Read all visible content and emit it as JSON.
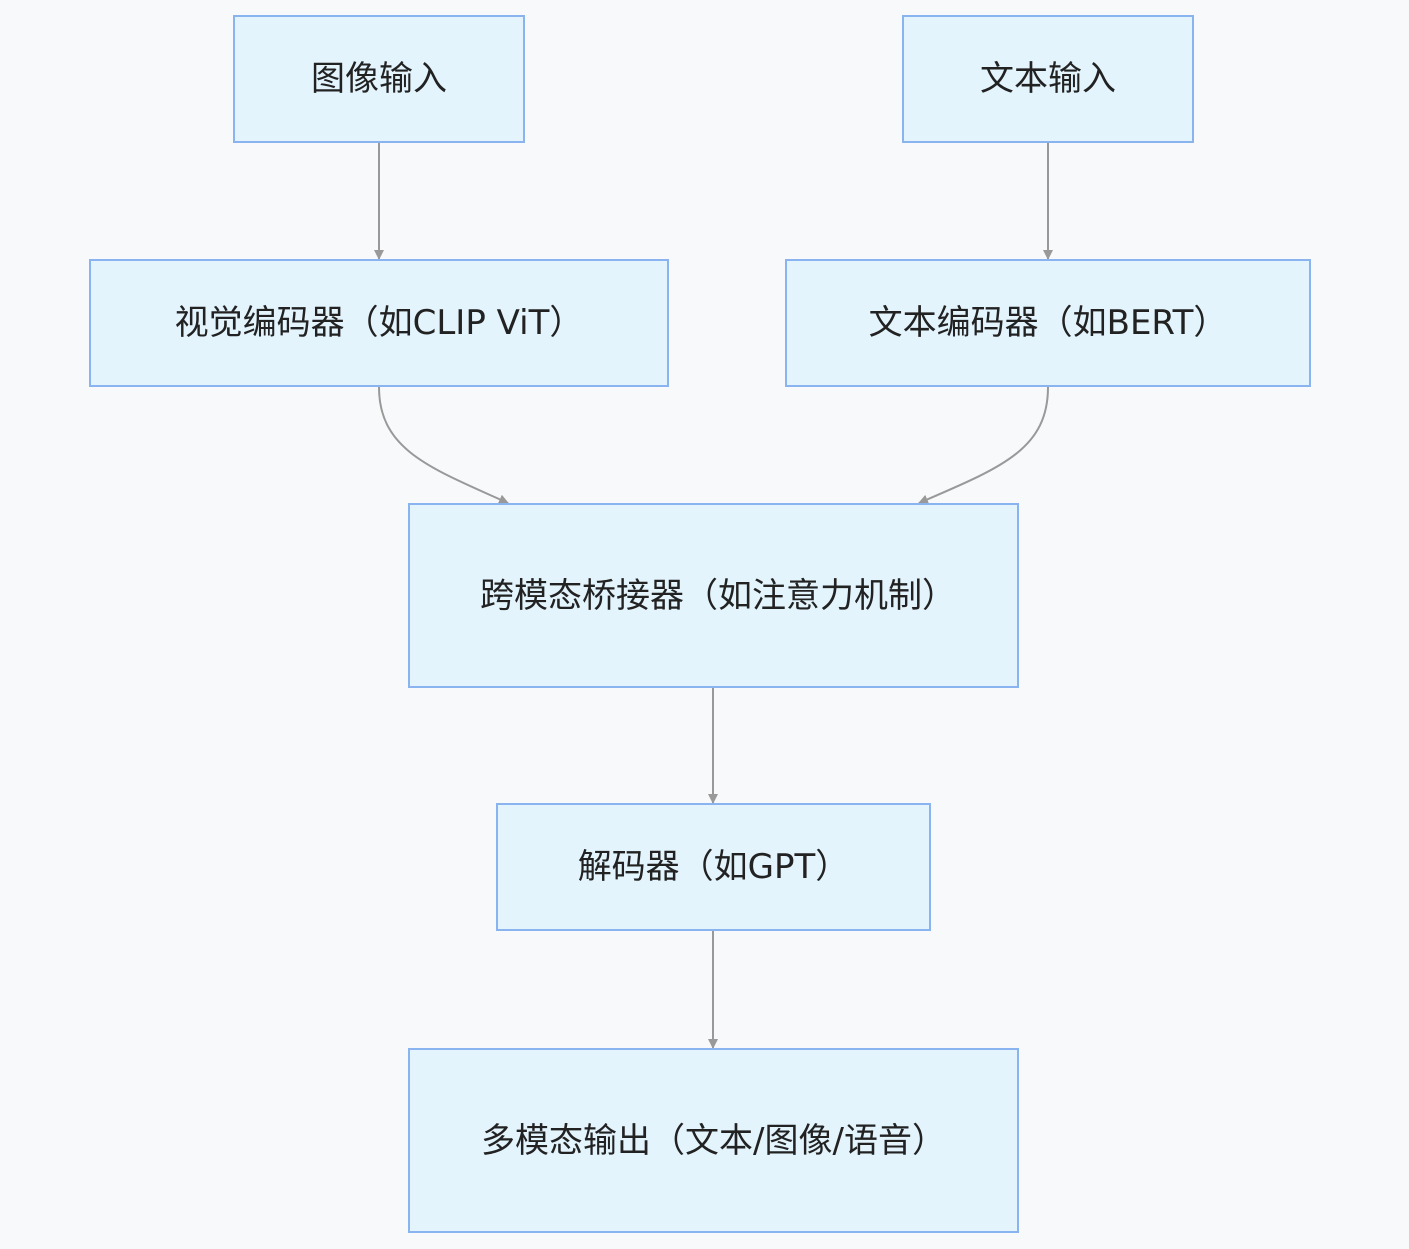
{
  "diagram": {
    "type": "flowchart",
    "colors": {
      "background": "#f8f9fb",
      "node_fill": "#e3f4fd",
      "node_border": "#8ab4f0",
      "edge": "#999999",
      "text": "#222222"
    },
    "nodes": {
      "image_input": "图像输入",
      "text_input": "文本输入",
      "vision_encoder": "视觉编码器（如CLIP ViT）",
      "text_encoder": "文本编码器（如BERT）",
      "bridge": "跨模态桥接器（如注意力机制）",
      "decoder": "解码器（如GPT）",
      "output": "多模态输出（文本/图像/语音）"
    },
    "edges": [
      {
        "from": "image_input",
        "to": "vision_encoder"
      },
      {
        "from": "text_input",
        "to": "text_encoder"
      },
      {
        "from": "vision_encoder",
        "to": "bridge"
      },
      {
        "from": "text_encoder",
        "to": "bridge"
      },
      {
        "from": "bridge",
        "to": "decoder"
      },
      {
        "from": "decoder",
        "to": "output"
      }
    ]
  }
}
